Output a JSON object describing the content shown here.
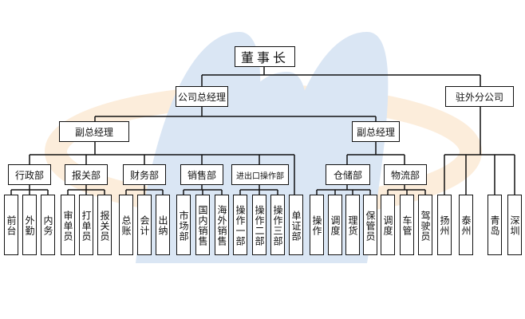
{
  "chairman": "董事长",
  "level1": {
    "gm": "公司总经理",
    "branch": "驻外分公司"
  },
  "vice": {
    "left": "副总经理",
    "right": "副总经理"
  },
  "departments": {
    "admin": "行政部",
    "customs": "报关部",
    "finance": "财务部",
    "sales": "销售部",
    "impexp": "进出口操作部",
    "warehouse": "仓储部",
    "logistics": "物流部"
  },
  "staff": {
    "front_desk": "前台",
    "field": "外勤",
    "internal": "内务",
    "reviewer": "审单员",
    "doc_clerk": "打单员",
    "customs_clerk": "报关员",
    "general_ledger": "总账",
    "accounting": "会计",
    "cashier": "出纳",
    "marketing": "市场部",
    "domestic_sales": "国内销售",
    "overseas_sales": "海外销售",
    "op1": "操作一部",
    "op2": "操作二部",
    "op3": "操作三部",
    "cert": "单证部",
    "operation": "操作",
    "scheduling": "调度",
    "goods": "理货",
    "keeper": "保管员",
    "dispatch": "调度",
    "fleet": "车管",
    "driver": "驾驶员",
    "yangzhou": "扬州",
    "taizhou": "泰州",
    "qingdao": "青岛",
    "shenzhen": "深圳"
  }
}
